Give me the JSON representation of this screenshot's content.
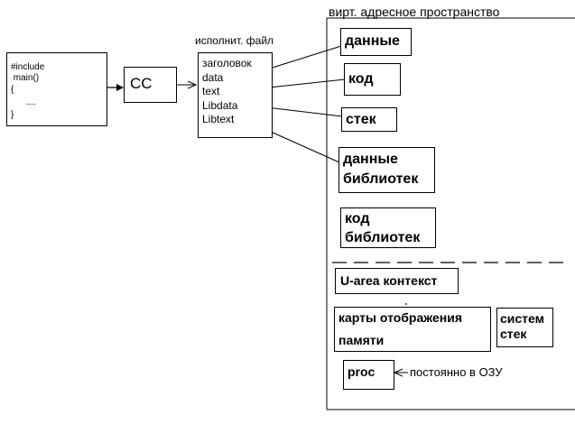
{
  "source": {
    "lines": [
      "#include",
      " main()",
      "{",
      "      ....",
      "}"
    ]
  },
  "compiler": {
    "label": "CC"
  },
  "executable": {
    "title": "исполнит. файл",
    "lines": [
      "заголовок",
      "data",
      "text",
      "Libdata",
      "Libtext"
    ]
  },
  "address_space": {
    "title": "вирт. адресное пространство",
    "segments": [
      {
        "label": "данные"
      },
      {
        "label": "код"
      },
      {
        "label": "стек"
      },
      {
        "label_line1": "данные",
        "label_line2": "библиотек"
      },
      {
        "label_line1": "код",
        "label_line2": "библиотек"
      }
    ],
    "kernel": {
      "uarea": "U-area контекст",
      "maps_line1": "карты отображения",
      "maps_line2": "памяти",
      "sysstack_line1": "систем",
      "sysstack_line2": "стек",
      "proc": "proc",
      "proc_note": "постоянно в ОЗУ"
    }
  }
}
